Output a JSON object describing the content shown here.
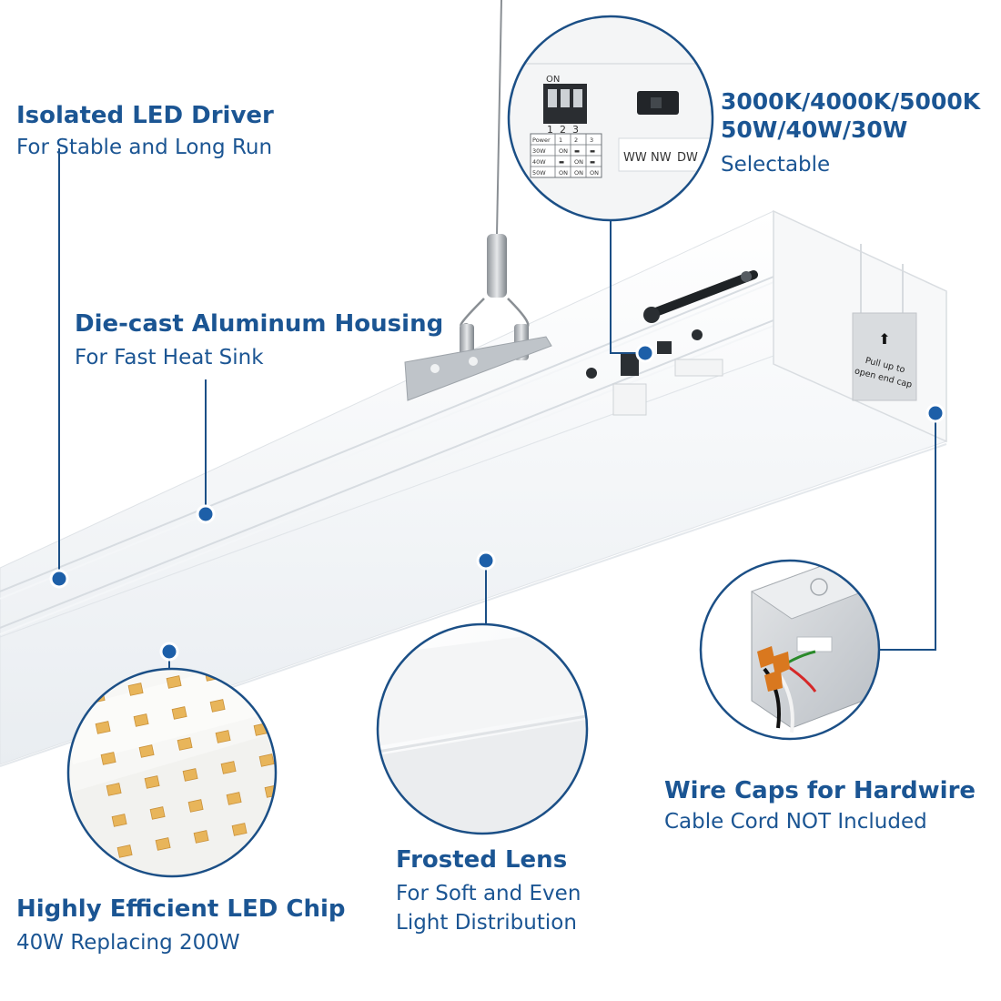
{
  "features": {
    "driver": {
      "title": "Isolated LED Driver",
      "subtitle": "For Stable and Long Run"
    },
    "housing": {
      "title": "Die-cast Aluminum Housing",
      "subtitle": "For Fast Heat Sink"
    },
    "selector": {
      "line1": "3000K/4000K/5000K",
      "line2": "50W/40W/30W",
      "subtitle": "Selectable"
    },
    "wire_caps": {
      "title": "Wire Caps for Hardwire",
      "subtitle": "Cable Cord NOT Included"
    },
    "lens": {
      "title": "Frosted Lens",
      "subtitle_line1": "For Soft and Even",
      "subtitle_line2": "Light Distribution"
    },
    "chip": {
      "title": "Highly Efficient LED Chip",
      "subtitle": "40W Replacing 200W"
    }
  },
  "dip_switch": {
    "on_label": "ON",
    "numbers": [
      "1",
      "2",
      "3"
    ],
    "table_headers": [
      "Power",
      "1",
      "2",
      "3"
    ],
    "rows": [
      {
        "power": "30W",
        "c1": "ON",
        "c2": "▬",
        "c3": "▬"
      },
      {
        "power": "40W",
        "c1": "▬",
        "c2": "ON",
        "c3": "▬"
      },
      {
        "power": "50W",
        "c1": "ON",
        "c2": "ON",
        "c3": "ON"
      }
    ]
  },
  "cct_switch": {
    "labels": [
      "WW",
      "NW",
      "DW"
    ]
  },
  "end_cap": {
    "arrow": "⬆",
    "line1": "Pull up to",
    "line2": "open end cap"
  },
  "colors": {
    "accent": "#1b5593",
    "dot": "#1d5fa8",
    "ring": "#1b4f86"
  }
}
